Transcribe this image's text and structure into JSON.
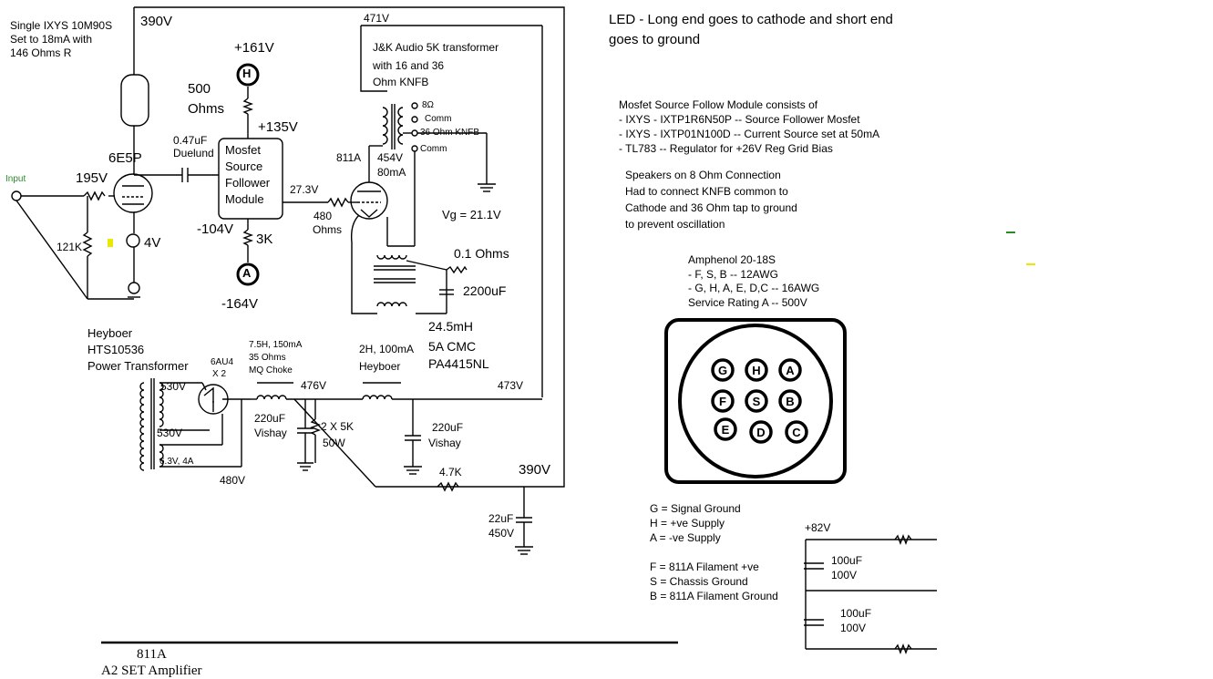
{
  "title": {
    "line1": "811A",
    "line2": "A2 SET Amplifier"
  },
  "notes": {
    "led": [
      "LED - Long end goes to cathode and short end",
      "goes to ground"
    ],
    "module": [
      "Mosfet Source Follow Module consists of",
      "- IXYS - IXTP1R6N50P -- Source Follower Mosfet",
      "- IXYS - IXTP01N100D -- Current Source set at 50mA",
      "- TL783 -- Regulator for +26V Reg Grid Bias"
    ],
    "speakers": [
      "Speakers on 8 Ohm Connection",
      "Had to connect KNFB common to",
      "Cathode and 36 Ohm tap to ground",
      "to prevent oscillation"
    ],
    "amphenol": [
      "Amphenol 20-18S",
      "- F, S, B -- 12AWG",
      "- G, H, A, E, D,C -- 16AWG",
      "Service Rating A -- 500V"
    ],
    "pins_legend": [
      "G = Signal Ground",
      "H = +ve Supply",
      "A = -ve Supply",
      "F = 811A Filament +ve",
      "S = Chassis Ground",
      "B = 811A Filament Ground"
    ]
  },
  "connector_pins": [
    "G",
    "H",
    "A",
    "F",
    "S",
    "B",
    "E",
    "D",
    "C"
  ],
  "labels": {
    "ixys": [
      "Single IXYS 10M90S",
      "Set to 18mA with",
      "146 Ohms R"
    ],
    "v390_top": "390V",
    "v161": "+161V",
    "h_node": "H",
    "a_node": "A",
    "r500": [
      "500",
      "Ohms"
    ],
    "v135": "+135V",
    "cap047": [
      "0.47uF",
      "Duelund"
    ],
    "tube_6e5p": "6E5P",
    "v195": "195V",
    "input": "Input",
    "r121k": "121K",
    "v4": "4V",
    "module": [
      "Mosfet",
      "Source",
      "Follower",
      "Module"
    ],
    "vm104": "-104V",
    "r3k": "3K",
    "vm164": "-164V",
    "v273": "27.3V",
    "r480": [
      "480",
      "Ohms"
    ],
    "v471": "471V",
    "jk": [
      "J&K Audio 5K transformer",
      "with 16 and 36",
      "Ohm KNFB"
    ],
    "tap8": "8Ω",
    "comm1": "Comm",
    "tap36": "36 Ohm KNFB",
    "comm2": "Comm",
    "tube_811a": "811A",
    "v454": "454V",
    "ma80": "80mA",
    "vg": "Vg = 21.1V",
    "r01": "0.1 Ohms",
    "c2200": "2200uF",
    "cmc": [
      "24.5mH",
      "5A CMC",
      "PA4415NL"
    ],
    "heyboer": [
      "Heyboer",
      "HTS10536",
      "Power Transformer"
    ],
    "rect": [
      "6AU4",
      "X 2"
    ],
    "sec530a": "530V",
    "sec530b": "530V",
    "sec63": "6.3V, 4A",
    "v480": "480V",
    "choke1": [
      "7.5H, 150mA",
      "35 Ohms",
      "MQ Choke"
    ],
    "v476": "476V",
    "choke2": [
      "2H, 100mA",
      "Heyboer"
    ],
    "v473": "473V",
    "c220a": [
      "220uF",
      "Vishay"
    ],
    "r2x5k": [
      "2 X 5K",
      "50W"
    ],
    "c220b": [
      "220uF",
      "Vishay"
    ],
    "r47k": "4.7K",
    "v390_bot": "390V",
    "c22": [
      "22uF",
      "450V"
    ],
    "v82": "+82V",
    "c100a": [
      "100uF",
      "100V"
    ],
    "c100b": [
      "100uF",
      "100V"
    ]
  },
  "colors": {
    "led": "#e8e800",
    "trace_green": "#2a8a2a",
    "ink": "#000000"
  }
}
